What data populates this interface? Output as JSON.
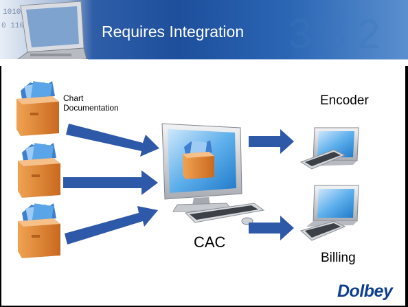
{
  "slide": {
    "title": "Requires Integration"
  },
  "diagram": {
    "sources": [
      {
        "label_lines": [
          "Chart",
          "Documentation"
        ],
        "icon": "folder-box-icon"
      },
      {
        "icon": "folder-box-icon"
      },
      {
        "icon": "folder-box-icon"
      }
    ],
    "center": {
      "label": "CAC",
      "icon": "desktop-computer-icon"
    },
    "targets": [
      {
        "label": "Encoder",
        "icon": "laptop-icon"
      },
      {
        "label": "Billing",
        "icon": "laptop-icon"
      }
    ],
    "connector_icon": "arrow-right-icon"
  },
  "branding": {
    "logo_text": "Dolbey"
  },
  "colors": {
    "header_blue": "#1d4f9c",
    "arrow_blue": "#2e59a8",
    "box_orange": "#e8893a",
    "logo_blue": "#0d3f8f"
  }
}
